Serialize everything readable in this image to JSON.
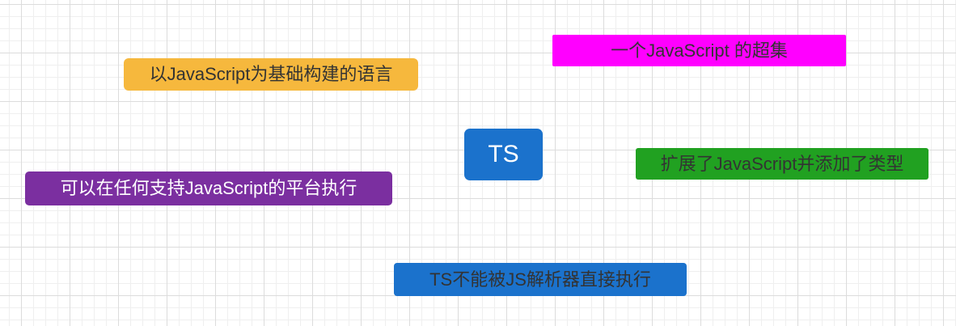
{
  "canvas": {
    "background": "#ffffff",
    "grid_minor_color": "#efefef",
    "grid_major_color": "#dcdcdc"
  },
  "nodes": {
    "root": {
      "label": "TS",
      "bg": "#1b72cc",
      "text_color": "#ffffff"
    },
    "superset": {
      "label": "一个JavaScript 的超集",
      "bg": "#ff00ff",
      "text_color": "#333333"
    },
    "based_on_js": {
      "label": "以JavaScript为基础构建的语言",
      "bg": "#f6b83d",
      "text_color": "#333333"
    },
    "extends_js": {
      "label": "扩展了JavaScript并添加了类型",
      "bg": "#21a121",
      "text_color": "#333333"
    },
    "runs_anywhere": {
      "label": "可以在任何支持JavaScript的平台执行",
      "bg": "#7b2fa0",
      "text_color": "#ffffff"
    },
    "not_directly_executable": {
      "label": "TS不能被JS解析器直接执行",
      "bg": "#1b72cc",
      "text_color": "#333333"
    }
  }
}
